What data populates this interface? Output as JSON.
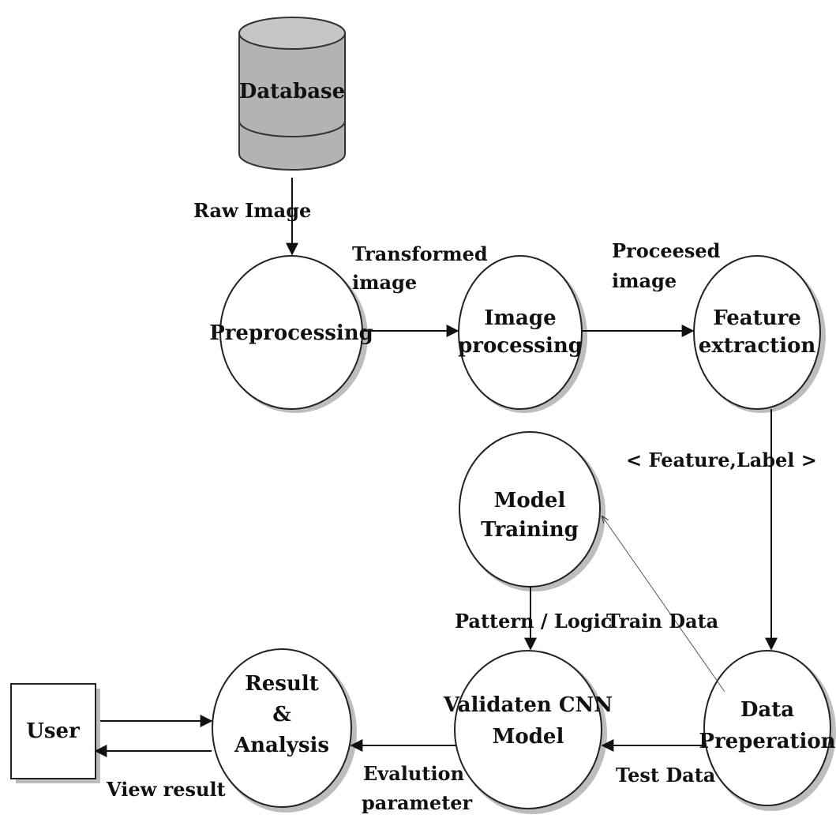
{
  "nodes": {
    "database": "Database",
    "preprocessing": "Preprocessing",
    "image_processing": [
      "Image",
      "processing"
    ],
    "feature_extraction": [
      "Feature",
      "extraction"
    ],
    "model_training": [
      "Model",
      "Training"
    ],
    "data_preparation": [
      "Data",
      "Preperation"
    ],
    "validate_cnn": [
      "Validaten CNN",
      "Model"
    ],
    "result_analysis": [
      "Result",
      "&",
      "Analysis"
    ],
    "user": "User"
  },
  "edges": {
    "raw_image": "Raw Image",
    "transformed_image": [
      "Transformed",
      "image"
    ],
    "processed_image": [
      "Proceesed",
      "image"
    ],
    "feature_label": "< Feature,Label >",
    "train_data": "Train Data",
    "pattern_logic": "Pattern / Logic",
    "test_data": "Test Data",
    "evaluation_parameter": [
      "Evalution",
      "parameter"
    ],
    "view_result": "View result"
  },
  "colors": {
    "database_fill": "#b3b3b3",
    "database_top": "#c6c6c6",
    "outline": "#222222",
    "shadow": "#bdbdbd",
    "text": "#111111"
  }
}
